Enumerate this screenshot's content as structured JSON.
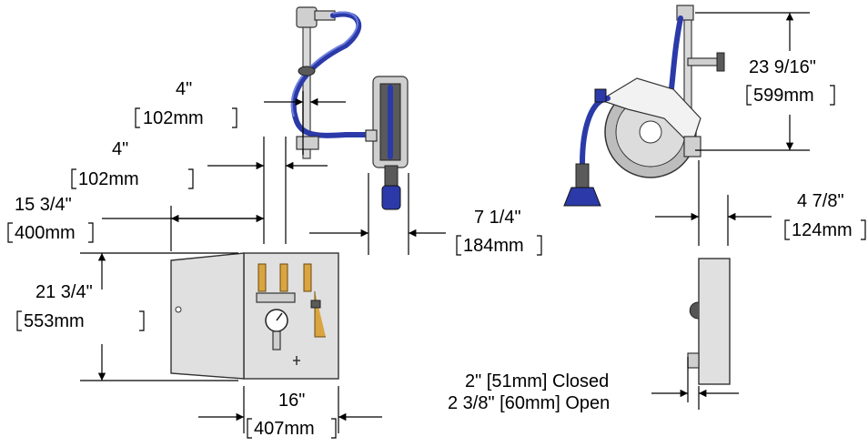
{
  "dimensions": {
    "top_offset": {
      "imperial": "4\"",
      "metric": "102mm"
    },
    "second_offset": {
      "imperial": "4\"",
      "metric": "102mm"
    },
    "overall_depth": {
      "imperial": "15 3/4\"",
      "metric": "400mm"
    },
    "reel_depth": {
      "imperial": "7 1/4\"",
      "metric": "184mm"
    },
    "cabinet_height": {
      "imperial": "21 3/4\"",
      "metric": "553mm"
    },
    "cabinet_width": {
      "imperial": "16\"",
      "metric": "407mm"
    },
    "vertical_height": {
      "imperial": "23 9/16\"",
      "metric": "599mm"
    },
    "side_depth": {
      "imperial": "4 7/8\"",
      "metric": "124mm"
    },
    "door_closed": "2\" [51mm] Closed",
    "door_open": "2 3/8\" [60mm] Open"
  },
  "colors": {
    "hose": "#2b3aa8",
    "cabinet": "#e0e0e0",
    "brass": "#d9a441",
    "lines": "#000000"
  }
}
